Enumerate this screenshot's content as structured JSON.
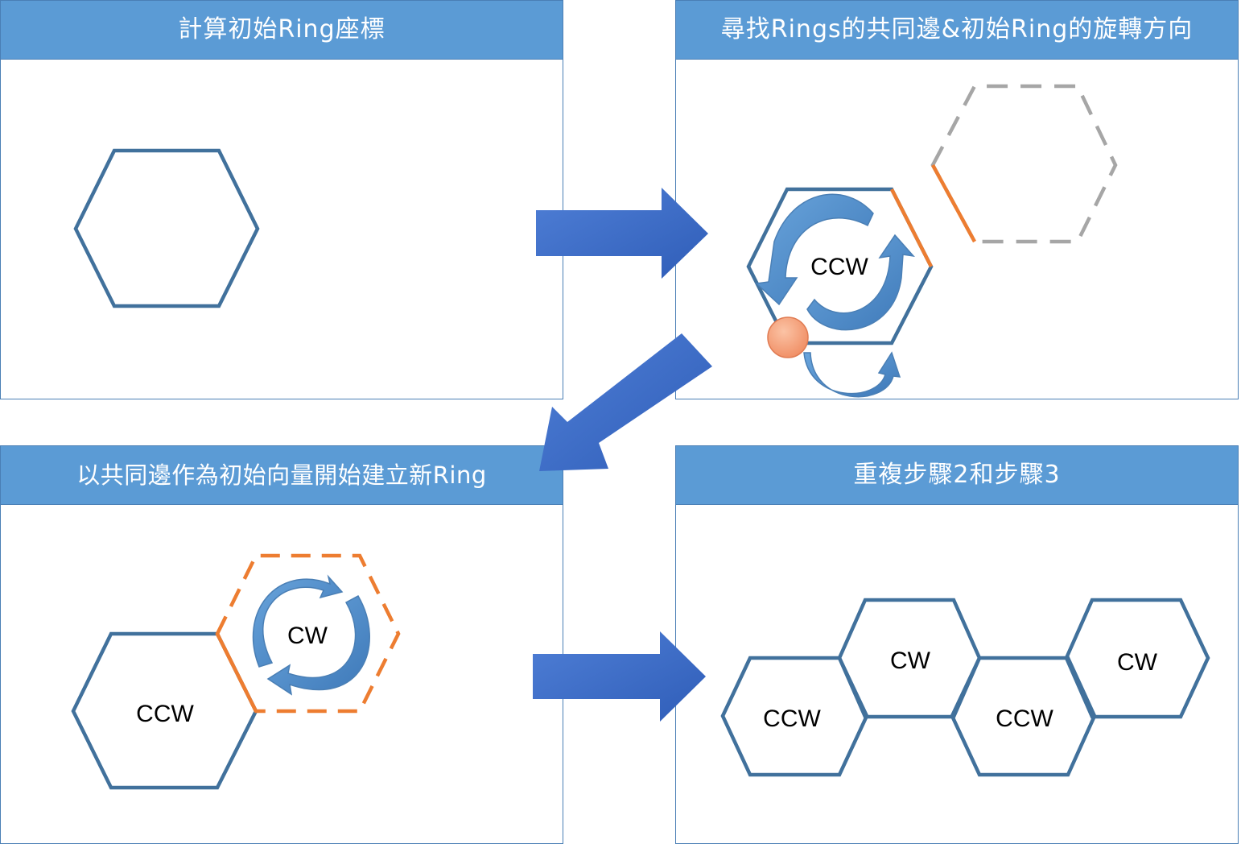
{
  "panels": {
    "step1": {
      "title": "計算初始Ring座標"
    },
    "step2": {
      "title": "尋找Rings的共同邊&初始Ring的旋轉方向",
      "ring_label": "CCW"
    },
    "step3": {
      "title": "以共同邊作為初始向量開始建立新Ring",
      "old_ring_label": "CCW",
      "new_ring_label": "CW"
    },
    "step4": {
      "title": "重複步驟2和步驟3",
      "ring_labels": [
        "CCW",
        "CW",
        "CCW",
        "CW"
      ]
    }
  },
  "colors": {
    "header": "#5b9bd5",
    "hex_stroke": "#41719c",
    "shared_edge": "#ed7d31",
    "ghost_ring": "#a6a6a6",
    "block_arrow": "#3a68c4",
    "curved_arrow": "#5b9bd5",
    "start_point": "#f4a582"
  }
}
